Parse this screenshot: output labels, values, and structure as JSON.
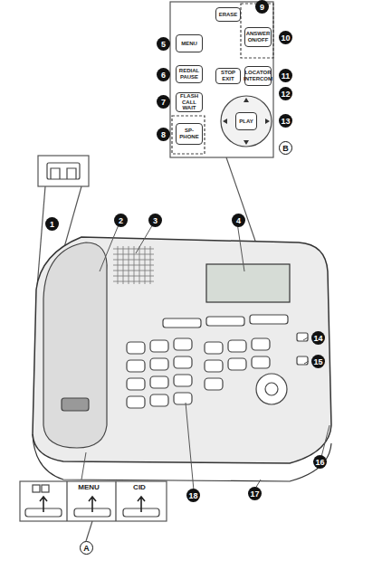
{
  "diagram": {
    "nodes": [
      {
        "text": [
          "MENU"
        ]
      },
      {
        "text": [
          "REDIAL PAUSE"
        ]
      },
      {
        "text": [
          "FLASH CALL WAIT"
        ]
      },
      {
        "text": [
          "SP-PHONE"
        ]
      },
      {
        "text": [
          "ERASE"
        ]
      },
      {
        "text": [
          "ANSWER ON/OFF"
        ]
      },
      {
        "text": [
          "STOP EXIT"
        ]
      },
      {
        "text": [
          "LOCATOR INTERCOM"
        ]
      },
      {
        "text": [
          "PLAY"
        ]
      }
    ],
    "labels": [
      "1",
      "2",
      "3",
      "4",
      "5",
      "6",
      "7",
      "8",
      "9",
      "10",
      "11",
      "12",
      "13",
      "14",
      "15",
      "16",
      "17",
      "18",
      "A",
      "B",
      "MENU",
      "CID"
    ]
  }
}
